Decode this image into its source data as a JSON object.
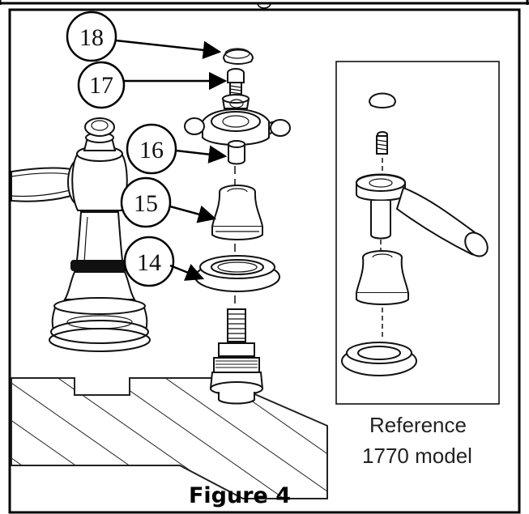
{
  "callouts": [
    "18",
    "17",
    "16",
    "15",
    "14"
  ],
  "reference": {
    "line1": "Reference",
    "line2": "1770 model"
  },
  "figure": {
    "caption": "Figure 4"
  }
}
